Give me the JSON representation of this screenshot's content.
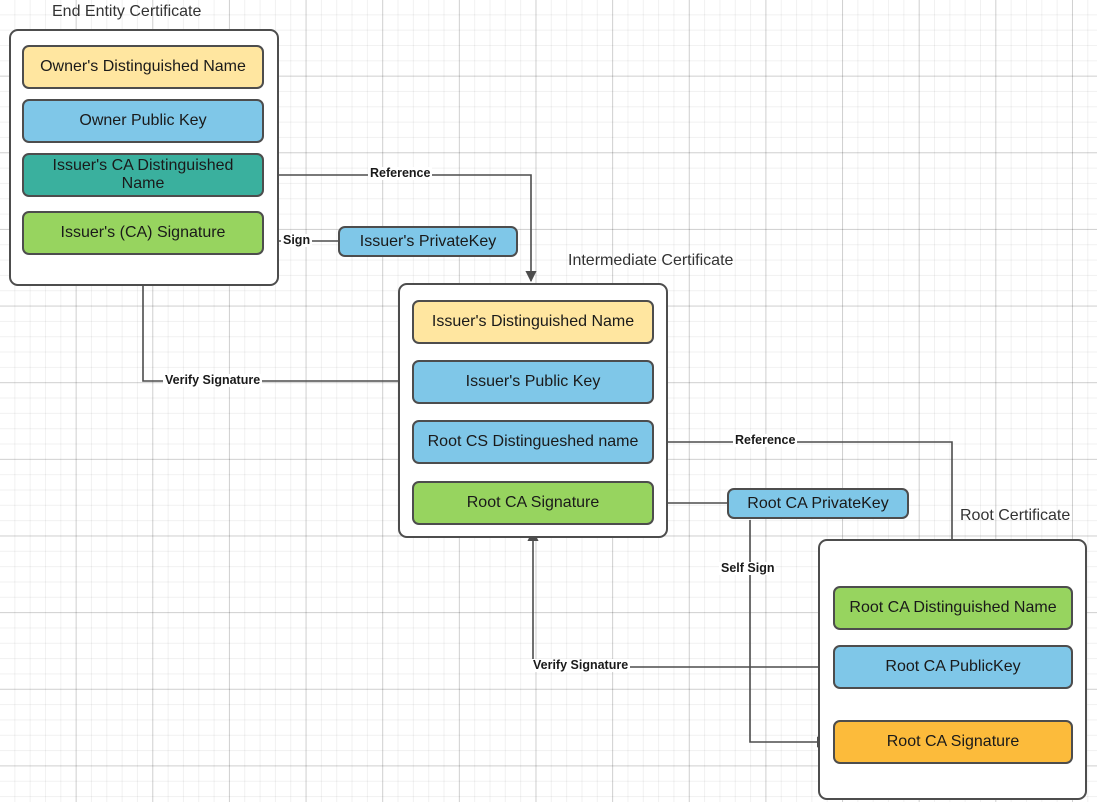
{
  "diagram": {
    "title_end_entity": "End Entity Certificate",
    "title_intermediate": "Intermediate Certificate",
    "title_root": "Root Certificate",
    "colors": {
      "yellow": "#ffe6a0",
      "blue": "#7fc7e8",
      "teal": "#3ab09e",
      "green": "#97d45f",
      "orange": "#fcbb3b",
      "stroke": "#4d4d4d",
      "background": "#ffffff",
      "grid": "#e8e8e8"
    }
  },
  "end_entity_certificate": {
    "label": "End Entity Certificate",
    "fields": [
      {
        "text": "Owner's Distinguished Name",
        "color": "yellow"
      },
      {
        "text": "Owner Public  Key",
        "color": "blue"
      },
      {
        "text": "Issuer's CA Distinguished Name",
        "color": "teal"
      },
      {
        "text": "Issuer's (CA) Signature",
        "color": "green"
      }
    ]
  },
  "intermediate_certificate": {
    "label": "Intermediate Certificate",
    "fields": [
      {
        "text": "Issuer's Distinguished Name",
        "color": "yellow"
      },
      {
        "text": "Issuer's Public  Key",
        "color": "blue"
      },
      {
        "text": "Root CS Distingueshed name",
        "color": "blue"
      },
      {
        "text": "Root CA Signature",
        "color": "green"
      }
    ]
  },
  "root_certificate": {
    "label": "Root Certificate",
    "fields": [
      {
        "text": "Root CA Distinguished Name",
        "color": "green"
      },
      {
        "text": "Root CA PublicKey",
        "color": "blue"
      },
      {
        "text": "Root CA Signature",
        "color": "orange"
      }
    ]
  },
  "keys": {
    "issuer_private_key": "Issuer's PrivateKey",
    "root_ca_private_key": "Root CA PrivateKey"
  },
  "edges": [
    {
      "id": "reference-top",
      "label": "Reference"
    },
    {
      "id": "sign-top",
      "label": "Sign"
    },
    {
      "id": "verify-signature-top",
      "label": "Verify Signature"
    },
    {
      "id": "reference-bottom",
      "label": "Reference"
    },
    {
      "id": "self-sign",
      "label": "Self Sign"
    },
    {
      "id": "verify-signature-bottom",
      "label": "Verify Signature"
    }
  ]
}
